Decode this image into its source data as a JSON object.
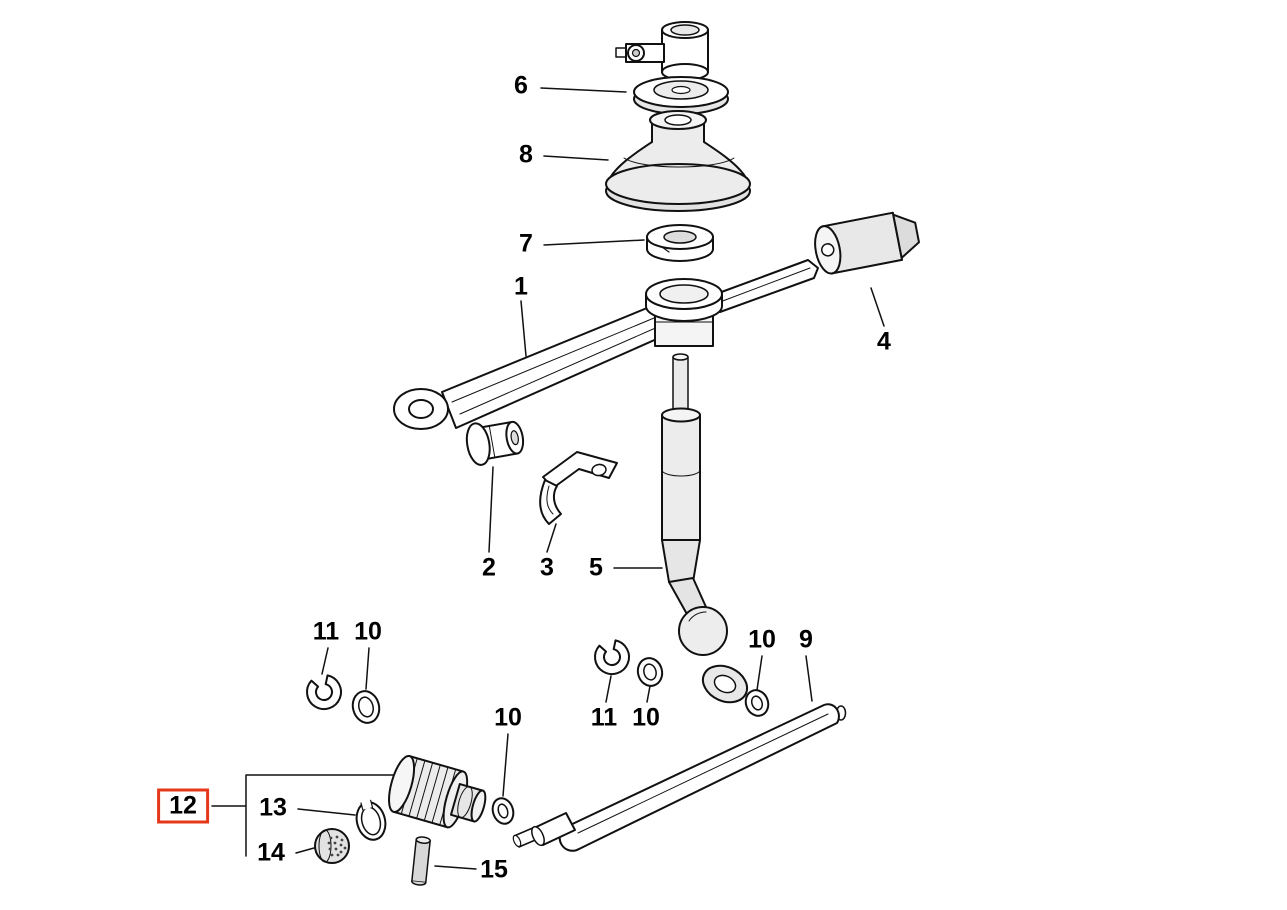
{
  "diagram": {
    "background": "#ffffff",
    "line_color": "#111111",
    "highlight_color": "#e5381a",
    "callouts": [
      {
        "label": "6",
        "highlighted": false
      },
      {
        "label": "8",
        "highlighted": false
      },
      {
        "label": "7",
        "highlighted": false
      },
      {
        "label": "1",
        "highlighted": false
      },
      {
        "label": "4",
        "highlighted": false
      },
      {
        "label": "2",
        "highlighted": false
      },
      {
        "label": "3",
        "highlighted": false
      },
      {
        "label": "5",
        "highlighted": false
      },
      {
        "label": "11",
        "highlighted": false
      },
      {
        "label": "10",
        "highlighted": false
      },
      {
        "label": "10",
        "highlighted": false
      },
      {
        "label": "11",
        "highlighted": false
      },
      {
        "label": "10",
        "highlighted": false
      },
      {
        "label": "10",
        "highlighted": false
      },
      {
        "label": "9",
        "highlighted": false
      },
      {
        "label": "12",
        "highlighted": true
      },
      {
        "label": "13",
        "highlighted": false
      },
      {
        "label": "14",
        "highlighted": false
      },
      {
        "label": "15",
        "highlighted": false
      }
    ]
  }
}
